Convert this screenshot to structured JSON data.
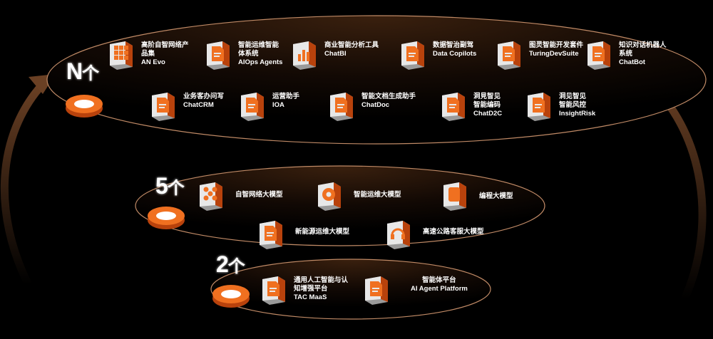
{
  "tiers": [
    {
      "count": "N",
      "count_suffix": "个",
      "items": [
        {
          "icon": "grid-cube-icon",
          "text": "高阶自智网络产\n品集\nAN Evo"
        },
        {
          "icon": "document-cube-icon",
          "text": "智能运维智能\n体系统\nAIOps Agents"
        },
        {
          "icon": "bar-chart-cube-icon",
          "text": "商业智能分析工具\nChatBI"
        },
        {
          "icon": "shield-cube-icon",
          "text": "数据智治副驾\nData Copilots"
        },
        {
          "icon": "ai-cube-icon",
          "text": "图灵智能开发套件\nTuringDevSuite"
        },
        {
          "icon": "chatbot-cube-icon",
          "text": "知识对话机器人\n系统\nChatBot"
        },
        {
          "icon": "crm-cube-icon",
          "text": "业务客办问写\nChatCRM"
        },
        {
          "icon": "ioa-cube-icon",
          "text": "运营助手\nIOA"
        },
        {
          "icon": "doc-cube-icon",
          "text": "智能文档生成助手\nChatDoc"
        },
        {
          "icon": "code-cube-icon",
          "text": "洞見智见\n智能编码\nChatD2C"
        },
        {
          "icon": "risk-cube-icon",
          "text": "洞见智见\n智能风控\nInsightRisk"
        }
      ]
    },
    {
      "count": "5",
      "count_suffix": "个",
      "items": [
        {
          "icon": "network-cube-icon",
          "text": "自智网络大模型"
        },
        {
          "icon": "gear-cube-icon",
          "text": "智能运维大模型"
        },
        {
          "icon": "code-model-cube-icon",
          "text": "编程大模型"
        },
        {
          "icon": "energy-cube-icon",
          "text": "新能源运维大模型"
        },
        {
          "icon": "headset-cube-icon",
          "text": "高速公路客服大模型"
        }
      ]
    },
    {
      "count": "2",
      "count_suffix": "个",
      "items": [
        {
          "icon": "maas-cube-icon",
          "text": "通用人工智能与认\n知增强平台\nTAC MaaS"
        },
        {
          "icon": "platform-cube-icon",
          "text": "智能体平台\nAI Agent Platform"
        }
      ]
    }
  ],
  "colors": {
    "accent": "#f07020",
    "accent_dark": "#b8420c",
    "cube_face": "#e8e8e8",
    "ring_edge": "#7a4020"
  }
}
